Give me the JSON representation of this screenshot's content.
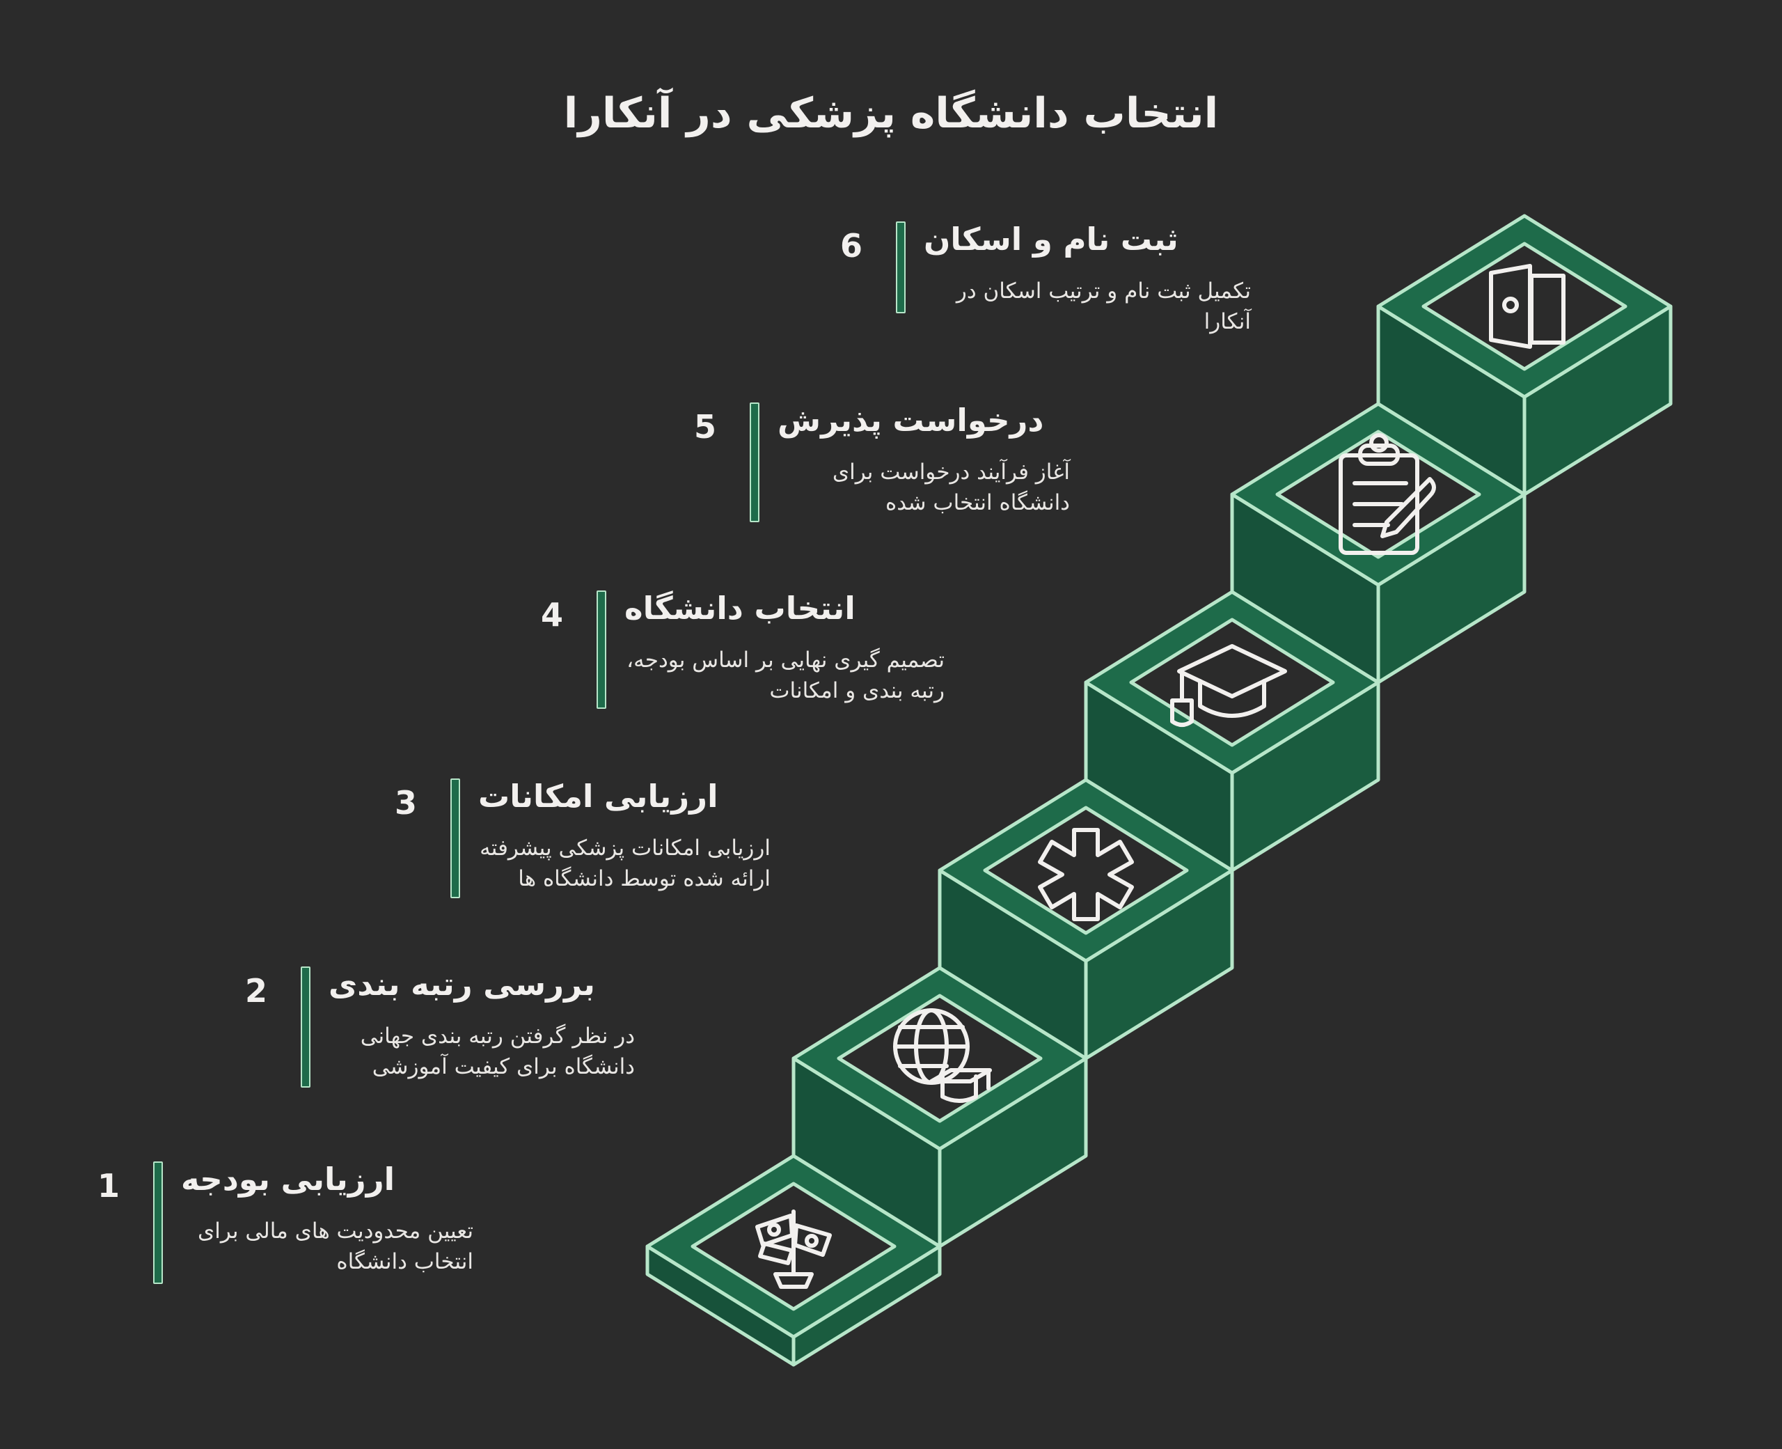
{
  "page": {
    "title": "انتخاب دانشگاه پزشکی در آنکارا",
    "language": "fa",
    "direction": "rtl",
    "background_color": "#2b2b2b",
    "accent_color": "#1e6b4a",
    "outline_color": "#b7e6c9",
    "text_color": "#f2f0ee"
  },
  "steps": [
    {
      "number": "1",
      "title": "ارزیابی بودجه",
      "description": "تعیین محدودیت های مالی برای انتخاب دانشگاه",
      "icon": "money-plant-icon"
    },
    {
      "number": "2",
      "title": "بررسی رتبه بندی",
      "description": "در نظر گرفتن رتبه بندی جهانی دانشگاه برای کیفیت آموزشی",
      "icon": "globe-graduation-cap-icon"
    },
    {
      "number": "3",
      "title": "ارزیابی امکانات",
      "description": "ارزیابی امکانات پزشکی پیشرفته ارائه شده توسط دانشگاه ها",
      "icon": "medical-asterisk-icon"
    },
    {
      "number": "4",
      "title": "انتخاب دانشگاه",
      "description": "تصمیم گیری نهایی بر اساس بودجه، رتبه بندی و امکانات",
      "icon": "graduation-cap-icon"
    },
    {
      "number": "5",
      "title": "درخواست پذیرش",
      "description": "آغاز فرآیند درخواست برای دانشگاه انتخاب شده",
      "icon": "clipboard-pen-icon"
    },
    {
      "number": "6",
      "title": "ثبت نام و اسکان",
      "description": "تکمیل ثبت نام و ترتیب اسکان در آنکارا",
      "icon": "open-door-icon"
    }
  ]
}
